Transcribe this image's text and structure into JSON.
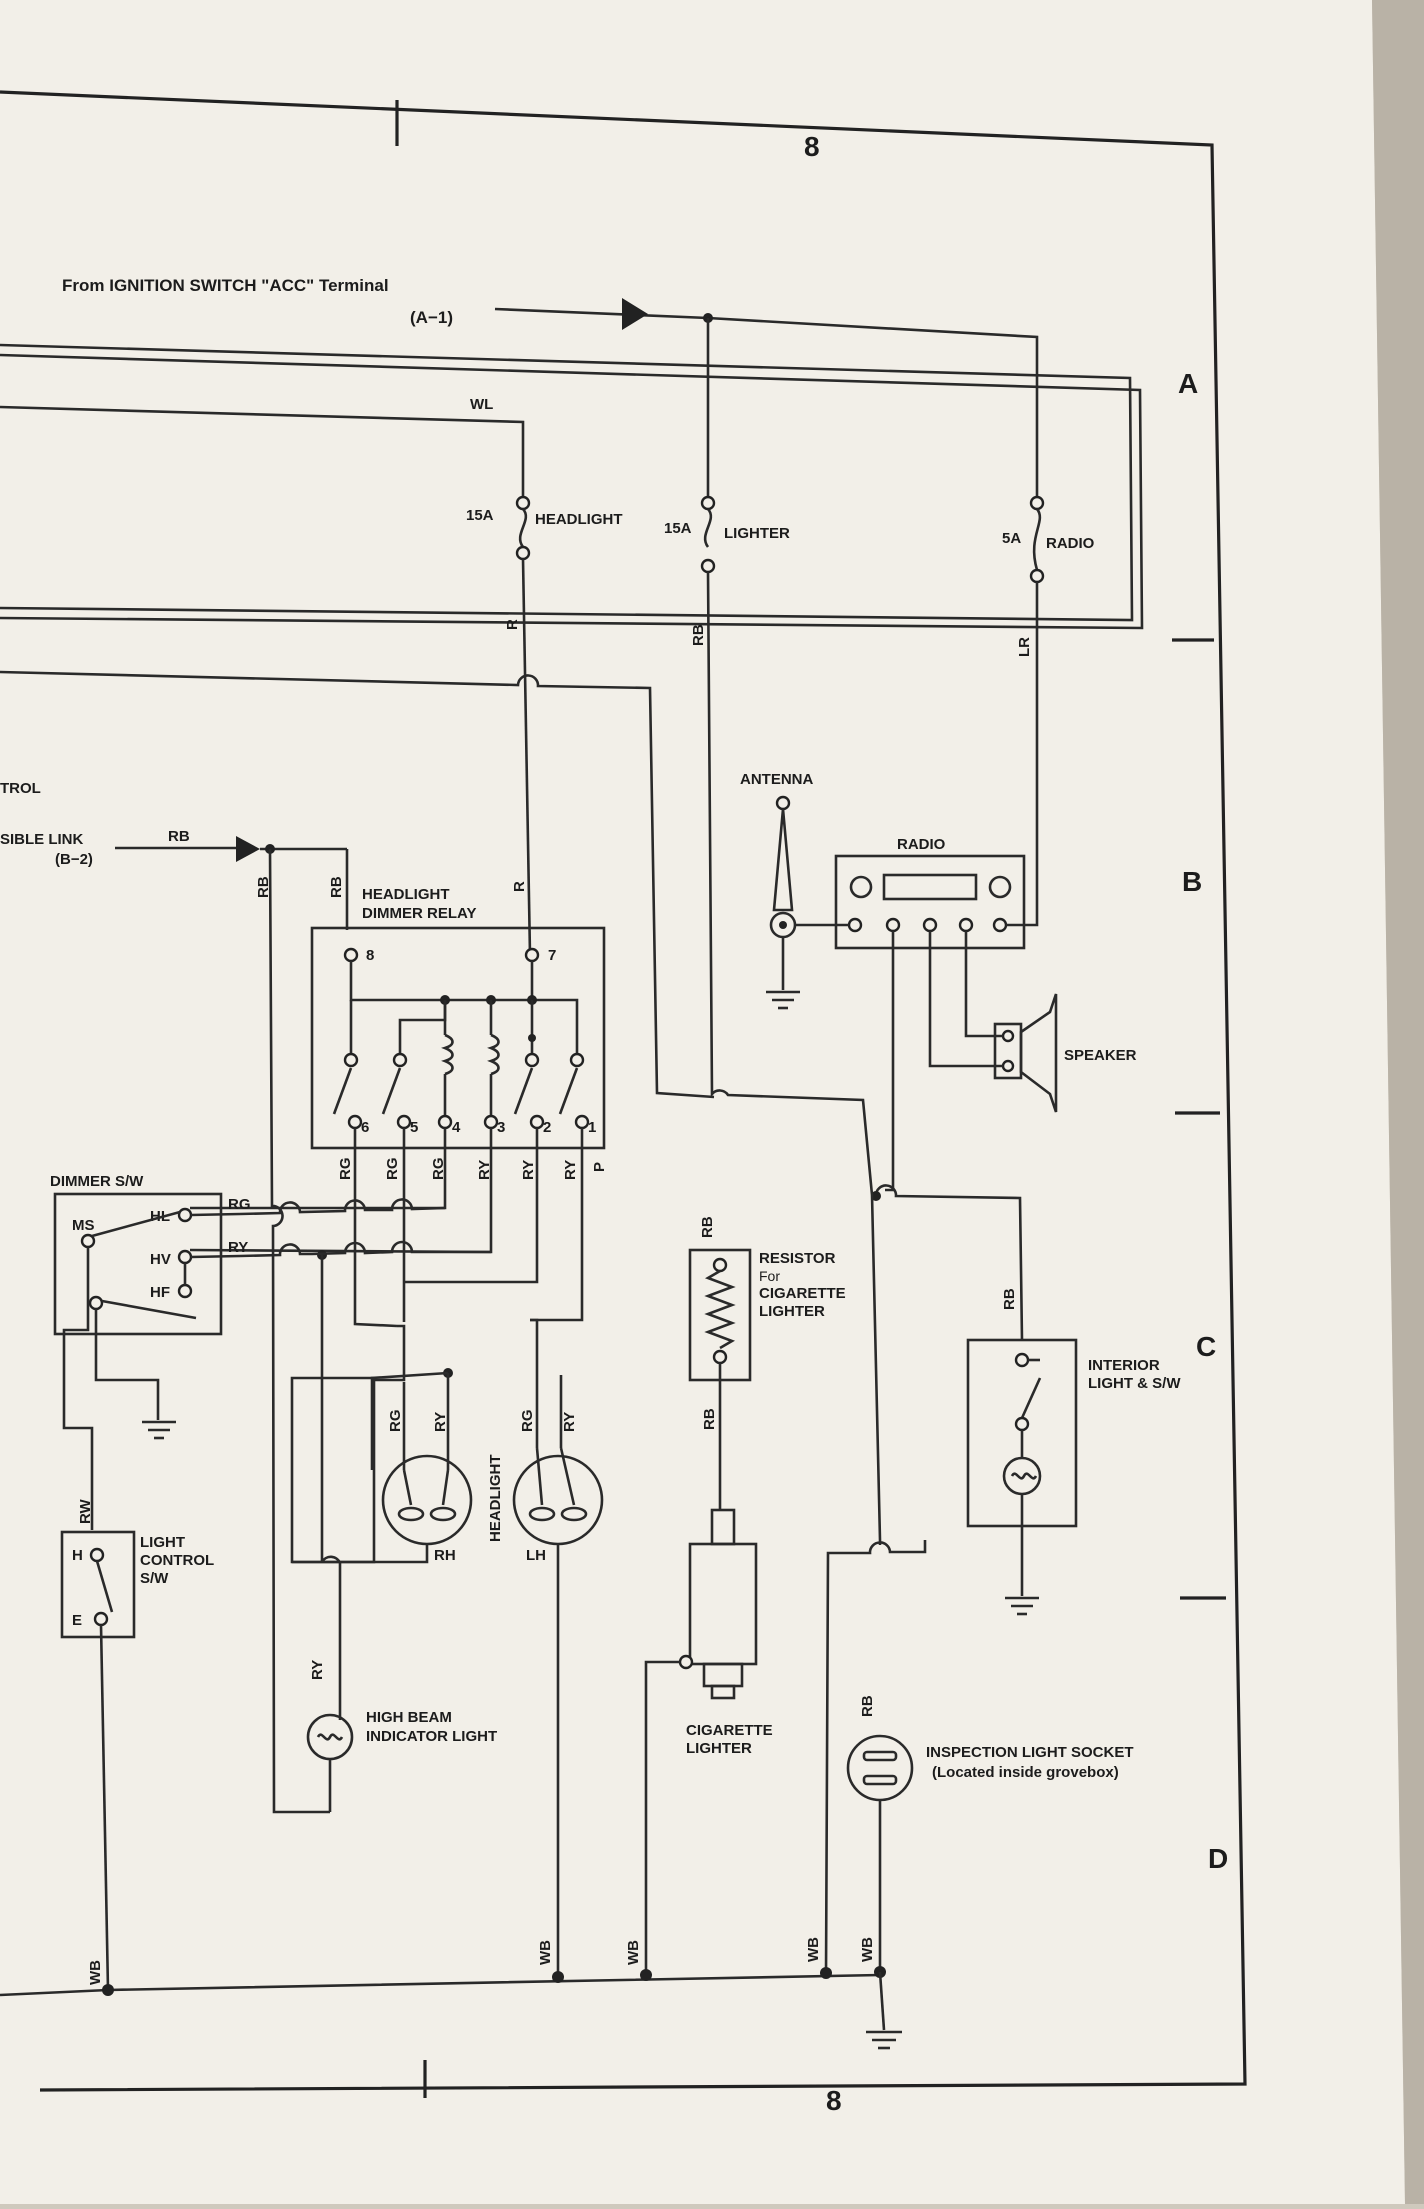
{
  "sheet": {
    "number_top": "8",
    "number_bottom": "8",
    "rows": [
      "A",
      "B",
      "C",
      "D"
    ]
  },
  "source": {
    "line1": "From IGNITION SWITCH \"ACC\" Terminal",
    "line2": "(A−1)"
  },
  "fuses": [
    {
      "rating": "15A",
      "name": "HEADLIGHT"
    },
    {
      "rating": "15A",
      "name": "LIGHTER"
    },
    {
      "rating": "5A",
      "name": "RADIO"
    }
  ],
  "left_labels": {
    "control": "TROL",
    "fusible_link": "SIBLE LINK",
    "fusible_ref": "(B−2)"
  },
  "components": {
    "dimmer_relay": {
      "line1": "HEADLIGHT",
      "line2": "DIMMER RELAY",
      "terminals": [
        "8",
        "7",
        "6",
        "5",
        "4",
        "3",
        "2",
        "1"
      ]
    },
    "dimmer_switch": {
      "title": "DIMMER S/W",
      "terms": [
        "MS",
        "HL",
        "HV",
        "HF"
      ]
    },
    "light_control": {
      "line1": "LIGHT",
      "line2": "CONTROL",
      "line3": "S/W",
      "terms": [
        "H",
        "E"
      ]
    },
    "headlight": {
      "label": "HEADLIGHT",
      "rh": "RH",
      "lh": "LH"
    },
    "high_beam": {
      "line1": "HIGH BEAM",
      "line2": "INDICATOR LIGHT"
    },
    "antenna": "ANTENNA",
    "radio": "RADIO",
    "speaker": "SPEAKER",
    "resistor": {
      "line1": "RESISTOR",
      "line2": "For",
      "line3": "CIGARETTE",
      "line4": "LIGHTER"
    },
    "cigarette_lighter": {
      "line1": "CIGARETTE",
      "line2": "LIGHTER"
    },
    "interior": {
      "line1": "INTERIOR",
      "line2": "LIGHT & S/W"
    },
    "inspection": {
      "line1": "INSPECTION LIGHT SOCKET",
      "line2": "(Located inside grovebox)"
    }
  },
  "wire_colors": {
    "wl": "WL",
    "r": "R",
    "rb": "RB",
    "lr": "LR",
    "rg": "RG",
    "ry": "RY",
    "rw": "RW",
    "wb": "WB",
    "p": "P"
  },
  "colors": {
    "paper": "#f2efe8",
    "ink": "#222222",
    "background": "#cfc9bd"
  }
}
